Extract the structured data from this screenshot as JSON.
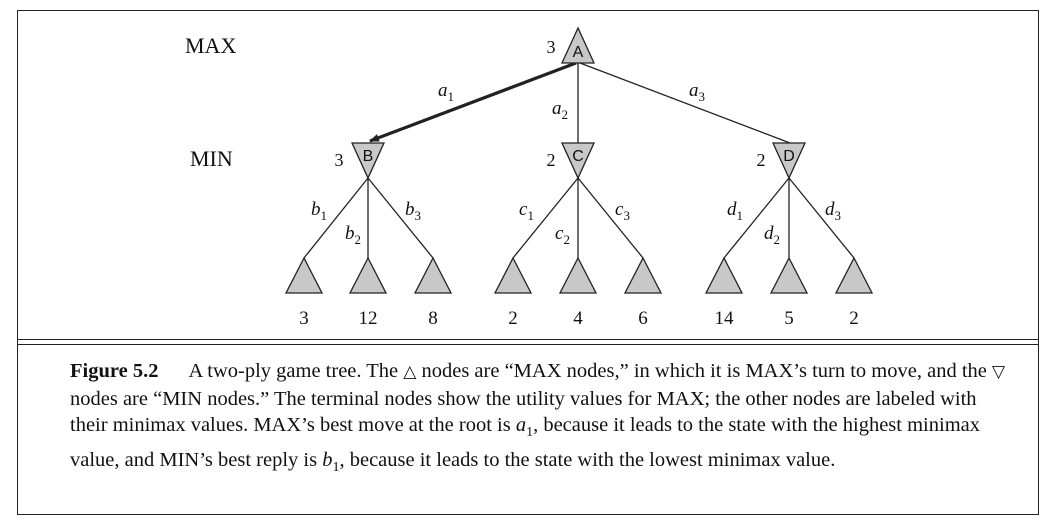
{
  "tree": {
    "levels": {
      "max": "MAX",
      "min": "MIN"
    },
    "root": {
      "id": "A",
      "value": "3"
    },
    "min_nodes": [
      {
        "id": "B",
        "value": "3"
      },
      {
        "id": "C",
        "value": "2"
      },
      {
        "id": "D",
        "value": "2"
      }
    ],
    "root_edges": [
      {
        "var": "a",
        "sub": "1",
        "best": true
      },
      {
        "var": "a",
        "sub": "2",
        "best": false
      },
      {
        "var": "a",
        "sub": "3",
        "best": false
      }
    ],
    "leaf_edges": [
      {
        "var": "b",
        "sub": "1"
      },
      {
        "var": "b",
        "sub": "2"
      },
      {
        "var": "b",
        "sub": "3"
      },
      {
        "var": "c",
        "sub": "1"
      },
      {
        "var": "c",
        "sub": "2"
      },
      {
        "var": "c",
        "sub": "3"
      },
      {
        "var": "d",
        "sub": "1"
      },
      {
        "var": "d",
        "sub": "2"
      },
      {
        "var": "d",
        "sub": "3"
      }
    ],
    "leaf_values": [
      "3",
      "12",
      "8",
      "2",
      "4",
      "6",
      "14",
      "5",
      "2"
    ],
    "colors": {
      "node_fill": "#c8c8c8",
      "line": "#222222"
    }
  },
  "caption": {
    "figure_label": "Figure 5.2",
    "t1": "A two-ply game tree. The ",
    "tri_up": "△",
    "t2": " nodes are “",
    "sc1": "MAX",
    "t3": " nodes,” in which it is ",
    "sc2": "MAX",
    "t4": "’s turn to move, and the ",
    "tri_down": "▽",
    "t5": " nodes are “",
    "sc3": "MIN",
    "t6": " nodes.” The terminal nodes show the utility values for ",
    "sc4": "MAX",
    "t7": "; the other nodes are labeled with their minimax values. ",
    "sc5": "MAX",
    "t8": "’s best move at the root is ",
    "m1_var": "a",
    "m1_sub": "1",
    "t9": ", because it leads to the state with the highest minimax value, and ",
    "sc6": "MIN",
    "t10": "’s best reply is ",
    "m2_var": "b",
    "m2_sub": "1",
    "t11": ", because it leads to the state with the lowest minimax value."
  }
}
